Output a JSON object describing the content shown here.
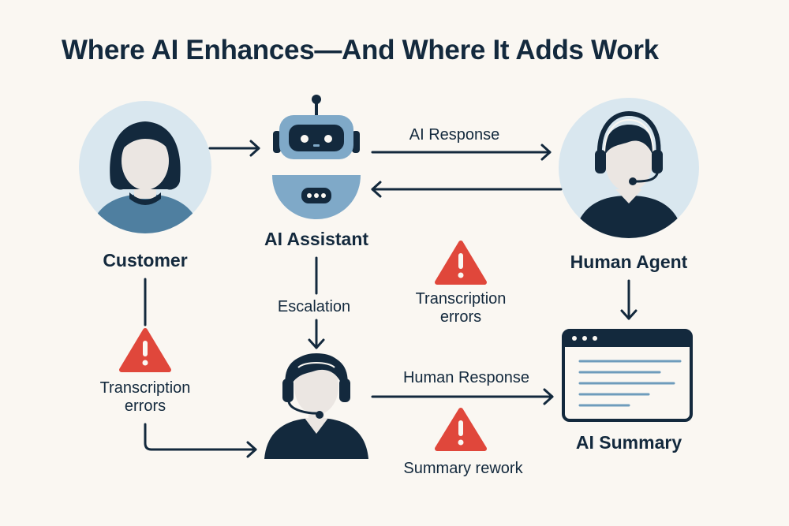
{
  "title": "Where AI Enhances—And Where It Adds Work",
  "colors": {
    "navy": "#13293d",
    "avatar_bg": "#d9e7ef",
    "skin": "#ebe6e2",
    "shirt": "#4f7fa0",
    "robot_blue": "#7fa9c8",
    "warning_red": "#e0473b",
    "summary_line": "#6e9cbc",
    "background": "#faf7f2"
  },
  "nodes": {
    "customer": {
      "label": "Customer",
      "icon": "person-icon"
    },
    "ai_assistant": {
      "label": "AI Assistant",
      "icon": "robot-icon"
    },
    "human_agent_top": {
      "label": "Human Agent",
      "icon": "headset-agent-icon"
    },
    "human_agent_bottom": {
      "label": "",
      "icon": "headset-agent-icon"
    },
    "ai_summary": {
      "label": "AI Summary",
      "icon": "document-window-icon"
    }
  },
  "edges": {
    "customer_to_assistant": {
      "label": ""
    },
    "ai_response": {
      "label": "AI Response"
    },
    "agent_to_assistant": {
      "label": ""
    },
    "escalation": {
      "label": "Escalation"
    },
    "customer_to_agent": {
      "label": ""
    },
    "human_response": {
      "label": "Human Response"
    },
    "agent_to_summary": {
      "label": ""
    }
  },
  "warnings": [
    {
      "label_line1": "Transcription",
      "label_line2": "errors",
      "icon": "warning-icon"
    },
    {
      "label_line1": "Transcription",
      "label_line2": "errors",
      "icon": "warning-icon"
    },
    {
      "label_line1": "Summary rework",
      "label_line2": "",
      "icon": "warning-icon"
    }
  ]
}
